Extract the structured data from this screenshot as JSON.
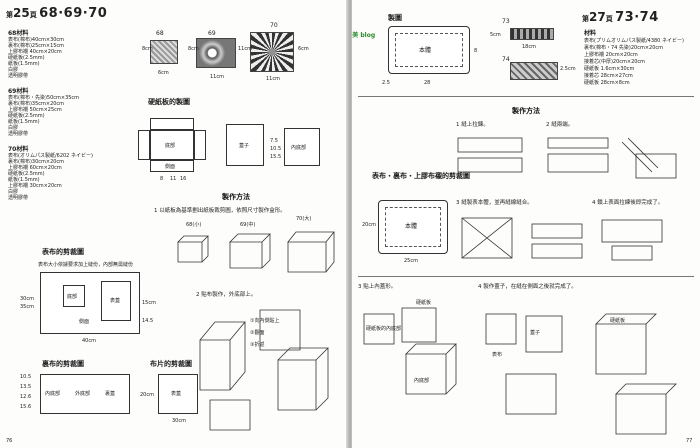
{
  "left_page": {
    "badge_prefix": "第",
    "badge_num": "25",
    "badge_suffix": "頁",
    "project_nums": "68·69·70",
    "materials": [
      {
        "heading": "68材料",
        "lines": [
          "表布(棉布)40cm×30cm",
          "裏布(棉布)25cm×15cm",
          "上膠布襯 40cm×20cm",
          "硬紙板(2.5mm)",
          "紙板(1.5mm)",
          "白膠",
          "透明膠帶"
        ]
      },
      {
        "heading": "69材料",
        "lines": [
          "表布(棉布・先染)50cm×35cm",
          "裏布(棉布)35cm×20cm",
          "上膠布襯 50cm×25cm",
          "硬紙板(2.5mm)",
          "紙板(1.5mm)",
          "白膠",
          "透明膠帶"
        ]
      },
      {
        "heading": "70材料",
        "lines": [
          "表布(オリムパス製紙/6202 ネイビー)",
          "裏布(棉布)30cm×20cm",
          "上膠布襯 60cm×20cm",
          "硬紙板(2.5mm)",
          "紙板(1.5mm)",
          "上膠布襯 30cm×20cm",
          "白膠",
          "透明膠帶"
        ]
      }
    ],
    "photo_labels": [
      "68",
      "69",
      "70"
    ],
    "photo_dims": {
      "p68": [
        "8cm",
        "6cm"
      ],
      "p69": [
        "8cm",
        "11cm"
      ],
      "p70": [
        "11cm",
        "11cm",
        "6cm"
      ]
    },
    "diagram_title": "硬紙板的製圖",
    "diagram_labels": {
      "side": "側面",
      "bottom": "底部",
      "lid": "蓋子",
      "inner_bottom": "內底部"
    },
    "diagram_dims_a": [
      "8",
      "11",
      "16"
    ],
    "diagram_dims_b": [
      "7.5",
      "10.5",
      "15.5"
    ],
    "method_title": "製作方法",
    "step1": "1 以紙板為基準劃出紙板裁剪圖，依照尺寸製作盒形。",
    "step1_models": [
      "68(小)",
      "69(中)",
      "70(大)"
    ],
    "step2": "2 貼布製作，外底部上。",
    "step2_notes": [
      "①向內側貼上",
      "②翻面",
      "③折返"
    ],
    "fabric_title": "表布的剪裁圖",
    "fabric_note": "表布大小依據要求加上縫份，內部無需縫份",
    "fabric_labels": {
      "side": "側面",
      "lid": "表蓋",
      "bottom": "底部",
      "inner": "內部"
    },
    "fabric_dims": [
      "30cm",
      "35cm",
      "40cm",
      "15cm",
      "14.5"
    ],
    "lining_title": "裏布的剪裁圖",
    "lining_labels": [
      "內底部",
      "外底部",
      "裏蓋"
    ],
    "lining_dims": [
      "10.5",
      "13.5",
      "12.6",
      "15.6"
    ],
    "cover_title": "布片的剪裁圖",
    "cover_label": "表蓋",
    "cover_dims": [
      "20cm",
      "30cm"
    ],
    "folio": "76"
  },
  "right_page": {
    "badge_prefix": "第",
    "badge_num": "27",
    "badge_suffix": "頁",
    "project_nums": "73·74",
    "logo": "8 味美 blog",
    "diagram_title": "製圖",
    "diagram_center": "本體",
    "diagram_dims": [
      "2.5",
      "28",
      "8"
    ],
    "photo_labels": [
      "73",
      "74"
    ],
    "photo_dims": [
      "5cm",
      "18cm",
      "2.5cm"
    ],
    "materials_heading": "材料",
    "materials": [
      "表布(プリムオリムパス製紙/4380 ネイビー)",
      "裏布(棉布・74 先染)20cm×20cm",
      "上膠布襯 20cm×20cm",
      "接着芯(中厚)20cm×20cm",
      "硬紙板 1.6cm×30cm",
      "接着芯 28cm×27cm",
      "硬紙板 28cm×8cm"
    ],
    "method_title": "製作方法",
    "steps": [
      "1 縫上拉鍊。",
      "2 縫兩端。",
      "3 縫製表本體，並再縫線縫合。",
      "4 鎖上表面拉練後即完成了。"
    ],
    "cut_title": "表布・裏布・上膠布襯的剪裁圖",
    "cut_center": "本體",
    "cut_dims": [
      "20cm",
      "25cm"
    ],
    "bottom_steps": [
      "3 貼上內蓋形。",
      "4 製作蓋子，在縫在側面之後就完成了。"
    ],
    "bottom_labels": [
      "硬紙板的內底部",
      "硬紙板",
      "內底部",
      "表布",
      "蓋子",
      "硬紙板"
    ],
    "folio": "77"
  }
}
